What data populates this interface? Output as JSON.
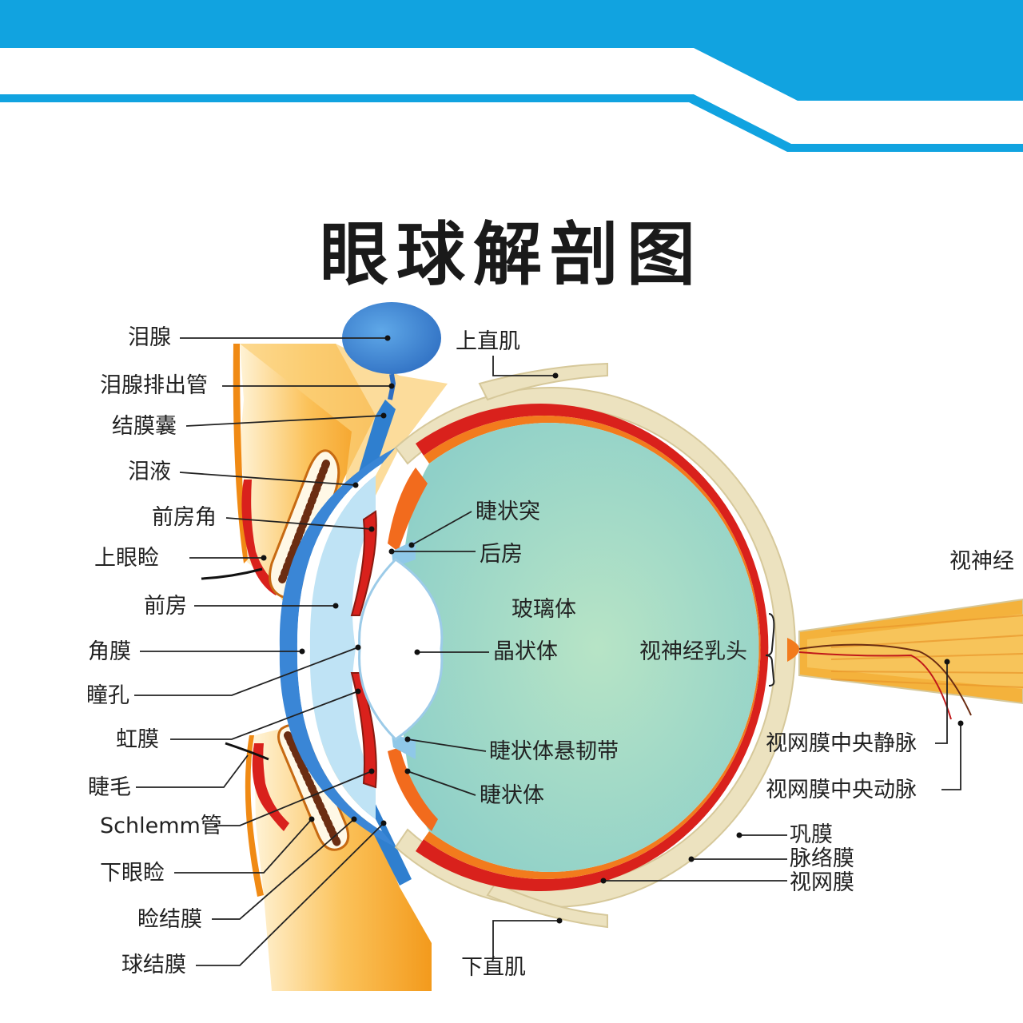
{
  "title": "眼球解剖图",
  "colors": {
    "banner_blue": "#11a3e0",
    "sclera": "#ece2bf",
    "choroid": "#d9211c",
    "vitreous": "#9fd6c6",
    "lid_orange": "#f7a51f",
    "optic_nerve": "#f4b23c"
  },
  "labels": {
    "lacrimal_gland": "泪腺",
    "lacrimal_duct": "泪腺排出管",
    "conjunctival_sac": "结膜囊",
    "tear_fluid": "泪液",
    "anterior_chamber_angle": "前房角",
    "upper_eyelid": "上眼睑",
    "anterior_chamber": "前房",
    "cornea": "角膜",
    "pupil": "瞳孔",
    "iris": "虹膜",
    "eyelash": "睫毛",
    "schlemm_canal": "Schlemm管",
    "lower_eyelid": "下眼睑",
    "palpebral_conjunctiva": "睑结膜",
    "bulbar_conjunctiva": "球结膜",
    "superior_rectus": "上直肌",
    "ciliary_process": "睫状突",
    "posterior_chamber": "后房",
    "vitreous_body": "玻璃体",
    "lens": "晶状体",
    "optic_disc": "视神经乳头",
    "zonule": "睫状体悬韧带",
    "ciliary_body": "睫状体",
    "optic_nerve": "视神经",
    "central_retinal_vein": "视网膜中央静脉",
    "central_retinal_artery": "视网膜中央动脉",
    "sclera": "巩膜",
    "choroid": "脉络膜",
    "retina": "视网膜",
    "inferior_rectus": "下直肌"
  }
}
